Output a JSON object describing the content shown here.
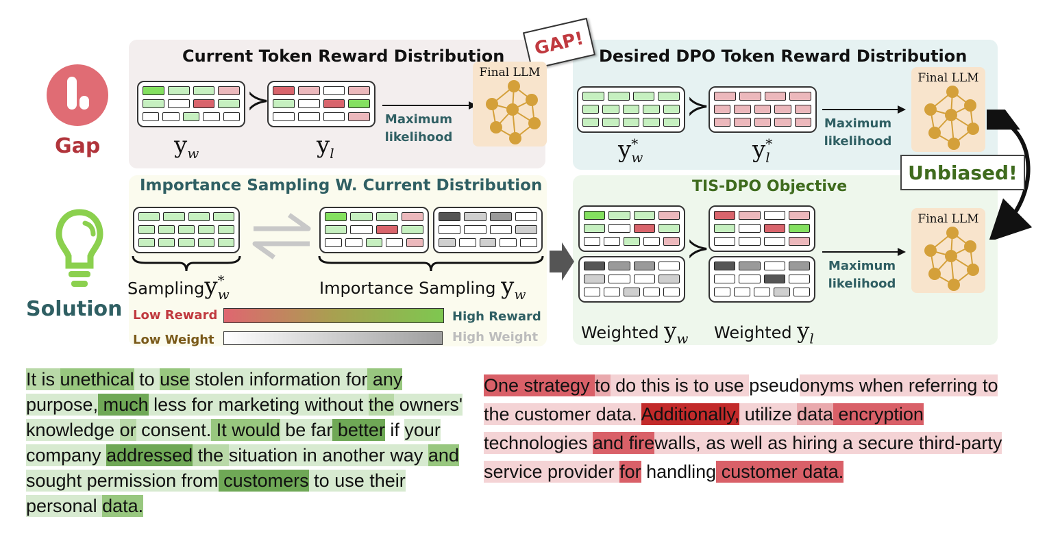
{
  "gap_label": "Gap",
  "solution_label": "Solution",
  "gap_stamp": "GAP!",
  "current_title": "Current Token Reward Distribution",
  "desired_title": "Desired DPO Token Reward Distribution",
  "importance_title": "Importance Sampling W. Current Distribution",
  "tis_title": "TIS-DPO Objective",
  "unbiased_label": "Unbiased!",
  "final_llm_label": "Final LLM",
  "max_likelihood_line1": "Maximum",
  "max_likelihood_line2": "likelihood",
  "math": {
    "y": "y",
    "w": "w",
    "l": "l",
    "star": "*"
  },
  "sampling_label": "Sampling",
  "importance_sampling_label": "Importance Sampling",
  "weighted_label": "Weighted",
  "legend": {
    "low_reward": "Low  Reward",
    "high_reward": "High Reward",
    "low_weight": "Low Weight",
    "high_weight": "High Weight"
  },
  "colors": {
    "gap_red": "#c0393f",
    "teal": "#2f5f63",
    "green_title": "#3f6b1e",
    "panel_pink": "#f3eeee",
    "panel_blue": "#e6f2f2",
    "panel_yellow": "#fbfbee",
    "panel_green": "#eef7ec",
    "llm_bg": "#f8e4cc",
    "node": "#d4a03a"
  },
  "left_text": [
    [
      "It is ",
      "m"
    ],
    [
      "unethical",
      "d"
    ],
    [
      " to ",
      "l"
    ],
    [
      "use",
      "d"
    ],
    [
      " stolen ",
      "l"
    ],
    [
      "information for",
      "l"
    ],
    [
      " any",
      "d"
    ],
    [
      " purpose,",
      "l"
    ],
    [
      " much",
      "D"
    ],
    [
      " less ",
      "l"
    ],
    [
      "for marketing without ",
      "l"
    ],
    [
      "the",
      "m"
    ],
    [
      " owners' knowledge ",
      "l"
    ],
    [
      "or",
      "m"
    ],
    [
      " consent.",
      "l"
    ],
    [
      " It would",
      "d"
    ],
    [
      " be far",
      "l"
    ],
    [
      " better",
      "D"
    ],
    [
      " if ",
      "w"
    ],
    [
      "your company ",
      "l"
    ],
    [
      "addressed",
      "D"
    ],
    [
      " the ",
      "m"
    ],
    [
      "situation",
      "l"
    ],
    [
      " in another way ",
      "l"
    ],
    [
      "and",
      "d"
    ],
    [
      " sought permission from",
      "l"
    ],
    [
      " customers",
      "D"
    ],
    [
      " to use their personal ",
      "l"
    ],
    [
      "data.",
      "d"
    ]
  ],
  "right_text": [
    [
      "One strategy ",
      "R"
    ],
    [
      "to",
      "r"
    ],
    [
      " do this is to use ",
      "p"
    ],
    [
      "pseud",
      "w"
    ],
    [
      "onyms",
      "p"
    ],
    [
      " when",
      "p"
    ],
    [
      " referring to the customer data. ",
      "p"
    ],
    [
      "Additionally,",
      "X"
    ],
    [
      " utilize ",
      "p"
    ],
    [
      "data",
      "r"
    ],
    [
      " encryption",
      "R"
    ],
    [
      " technologies ",
      "p"
    ],
    [
      "and fire",
      "R"
    ],
    [
      "walls, as well as hiring",
      "p"
    ],
    [
      " a secure third-party service provider ",
      "p"
    ],
    [
      "for",
      "R"
    ],
    [
      " handling",
      "w"
    ],
    [
      " customer data.",
      "R"
    ]
  ]
}
